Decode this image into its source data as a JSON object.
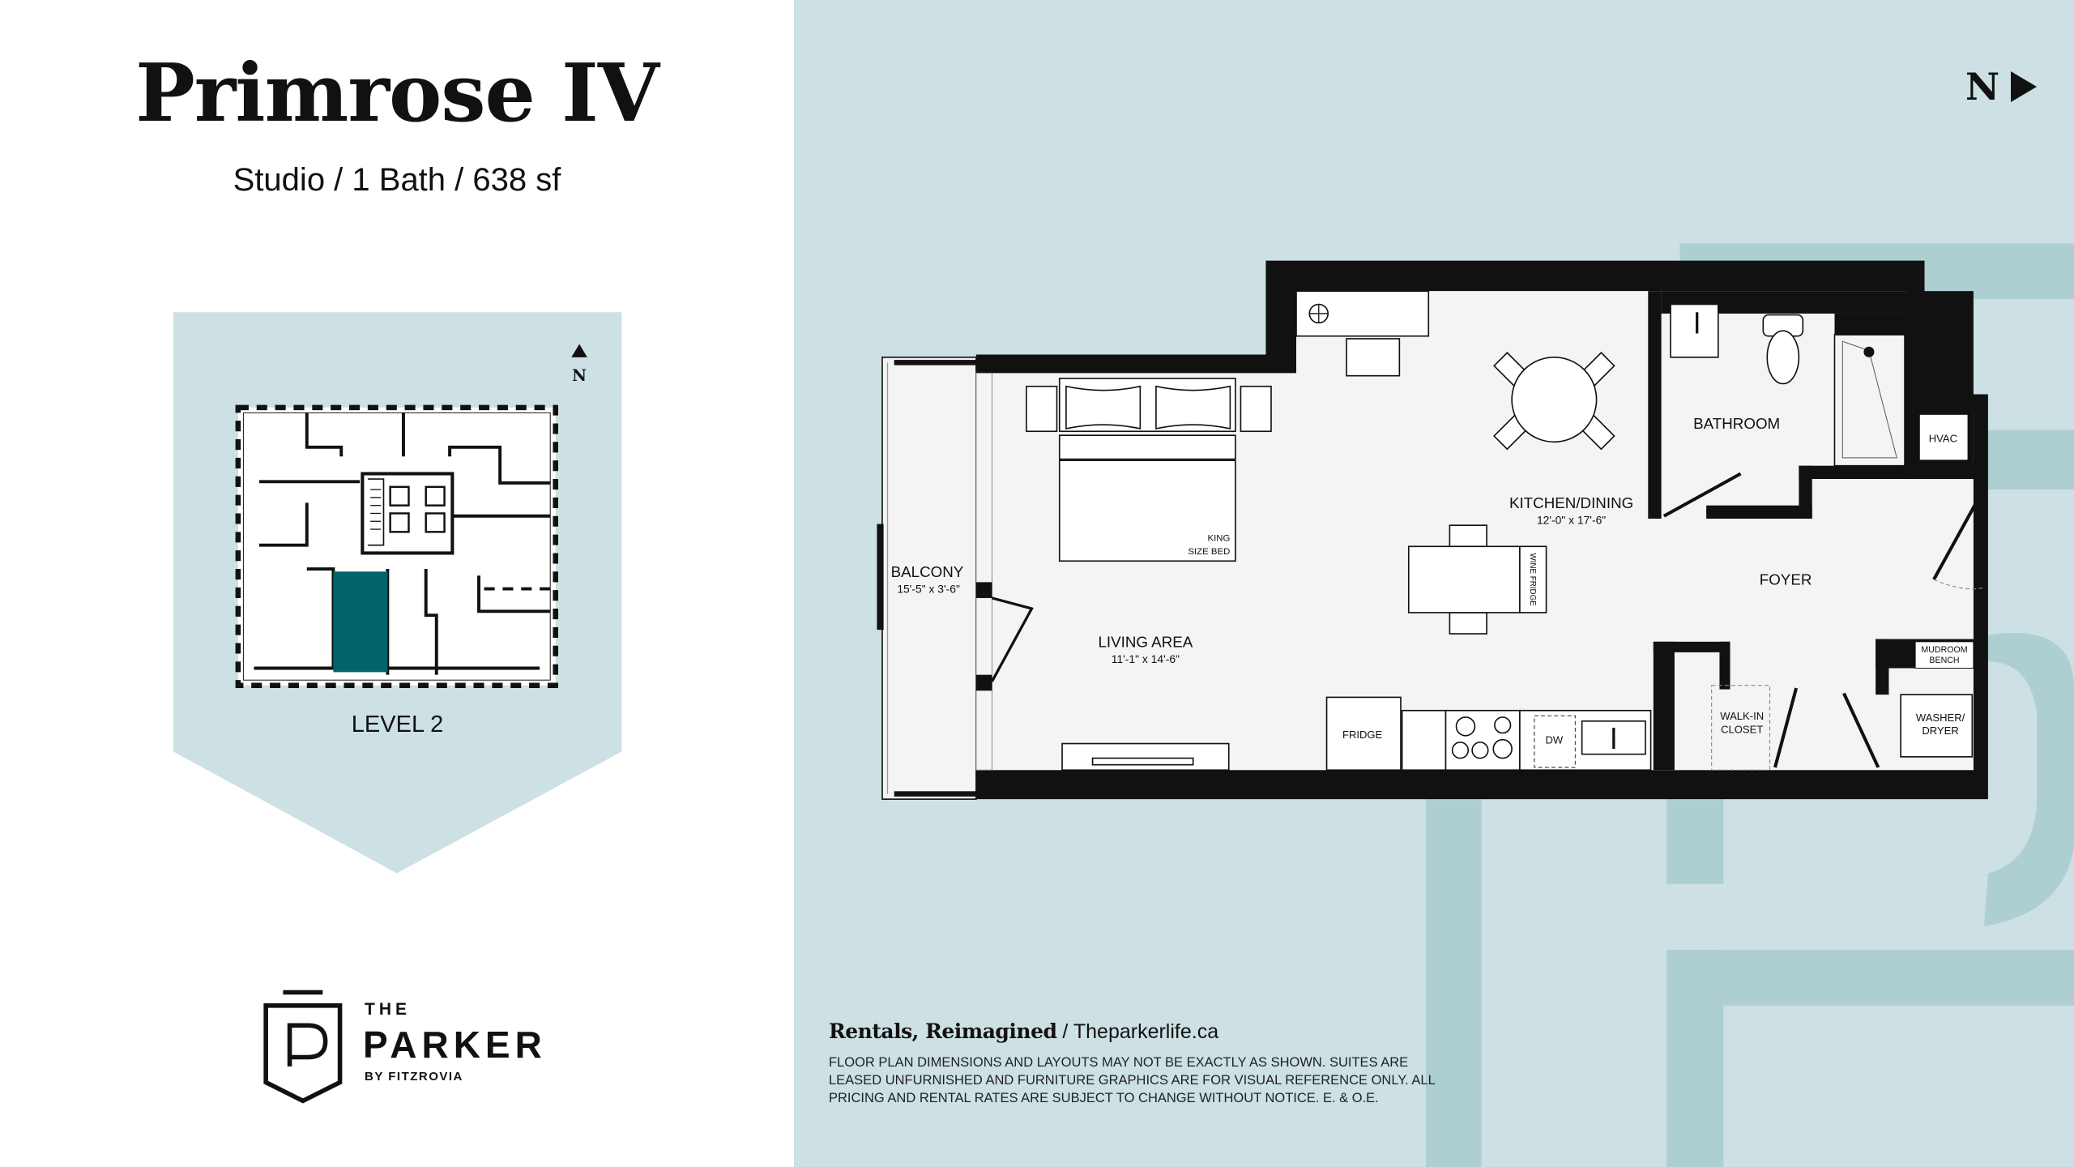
{
  "header": {
    "title": "Primrose IV",
    "subtitle": "Studio / 1 Bath / 638 sf"
  },
  "key_plan": {
    "level_label": "LEVEL 2",
    "north_label": "N"
  },
  "brand": {
    "the": "THE",
    "name": "PARKER",
    "by": "BY FITZROVIA"
  },
  "compass": {
    "label": "N"
  },
  "floor_plan": {
    "rooms": {
      "balcony": {
        "name": "BALCONY",
        "dims": "15'-5\" x 3'-6\""
      },
      "living": {
        "name": "LIVING AREA",
        "dims": "11'-1\" x 14'-6\""
      },
      "kitchen": {
        "name": "KITCHEN/DINING",
        "dims": "12'-0\" x 17'-6\""
      },
      "bathroom": {
        "name": "BATHROOM"
      },
      "foyer": {
        "name": "FOYER"
      },
      "hvac": "HVAC",
      "mudroom_1": "MUDROOM",
      "mudroom_2": "BENCH",
      "closet_1": "WALK-IN",
      "closet_2": "CLOSET",
      "washer_1": "WASHER/",
      "washer_2": "DRYER"
    },
    "fixtures": {
      "bed_1": "KING",
      "bed_2": "SIZE BED",
      "fridge": "FRIDGE",
      "dw": "DW",
      "wine_fridge": "WINE FRIDGE"
    }
  },
  "footer": {
    "tagline": "Rentals, Reimagined",
    "separator": " / ",
    "website": "Theparkerlife.ca",
    "disclaimer": "FLOOR PLAN DIMENSIONS AND LAYOUTS MAY NOT BE EXACTLY AS SHOWN. SUITES ARE LEASED UNFURNISHED AND FURNITURE GRAPHICS ARE FOR VISUAL REFERENCE ONLY. ALL PRICING AND RENTAL RATES ARE SUBJECT TO CHANGE WITHOUT NOTICE. E. & O.E."
  },
  "colors": {
    "panel_bg": "#cde0e3",
    "watermark": "#adcfd2",
    "unit_highlight": "#03636c",
    "floor": "#f4f4f4"
  }
}
